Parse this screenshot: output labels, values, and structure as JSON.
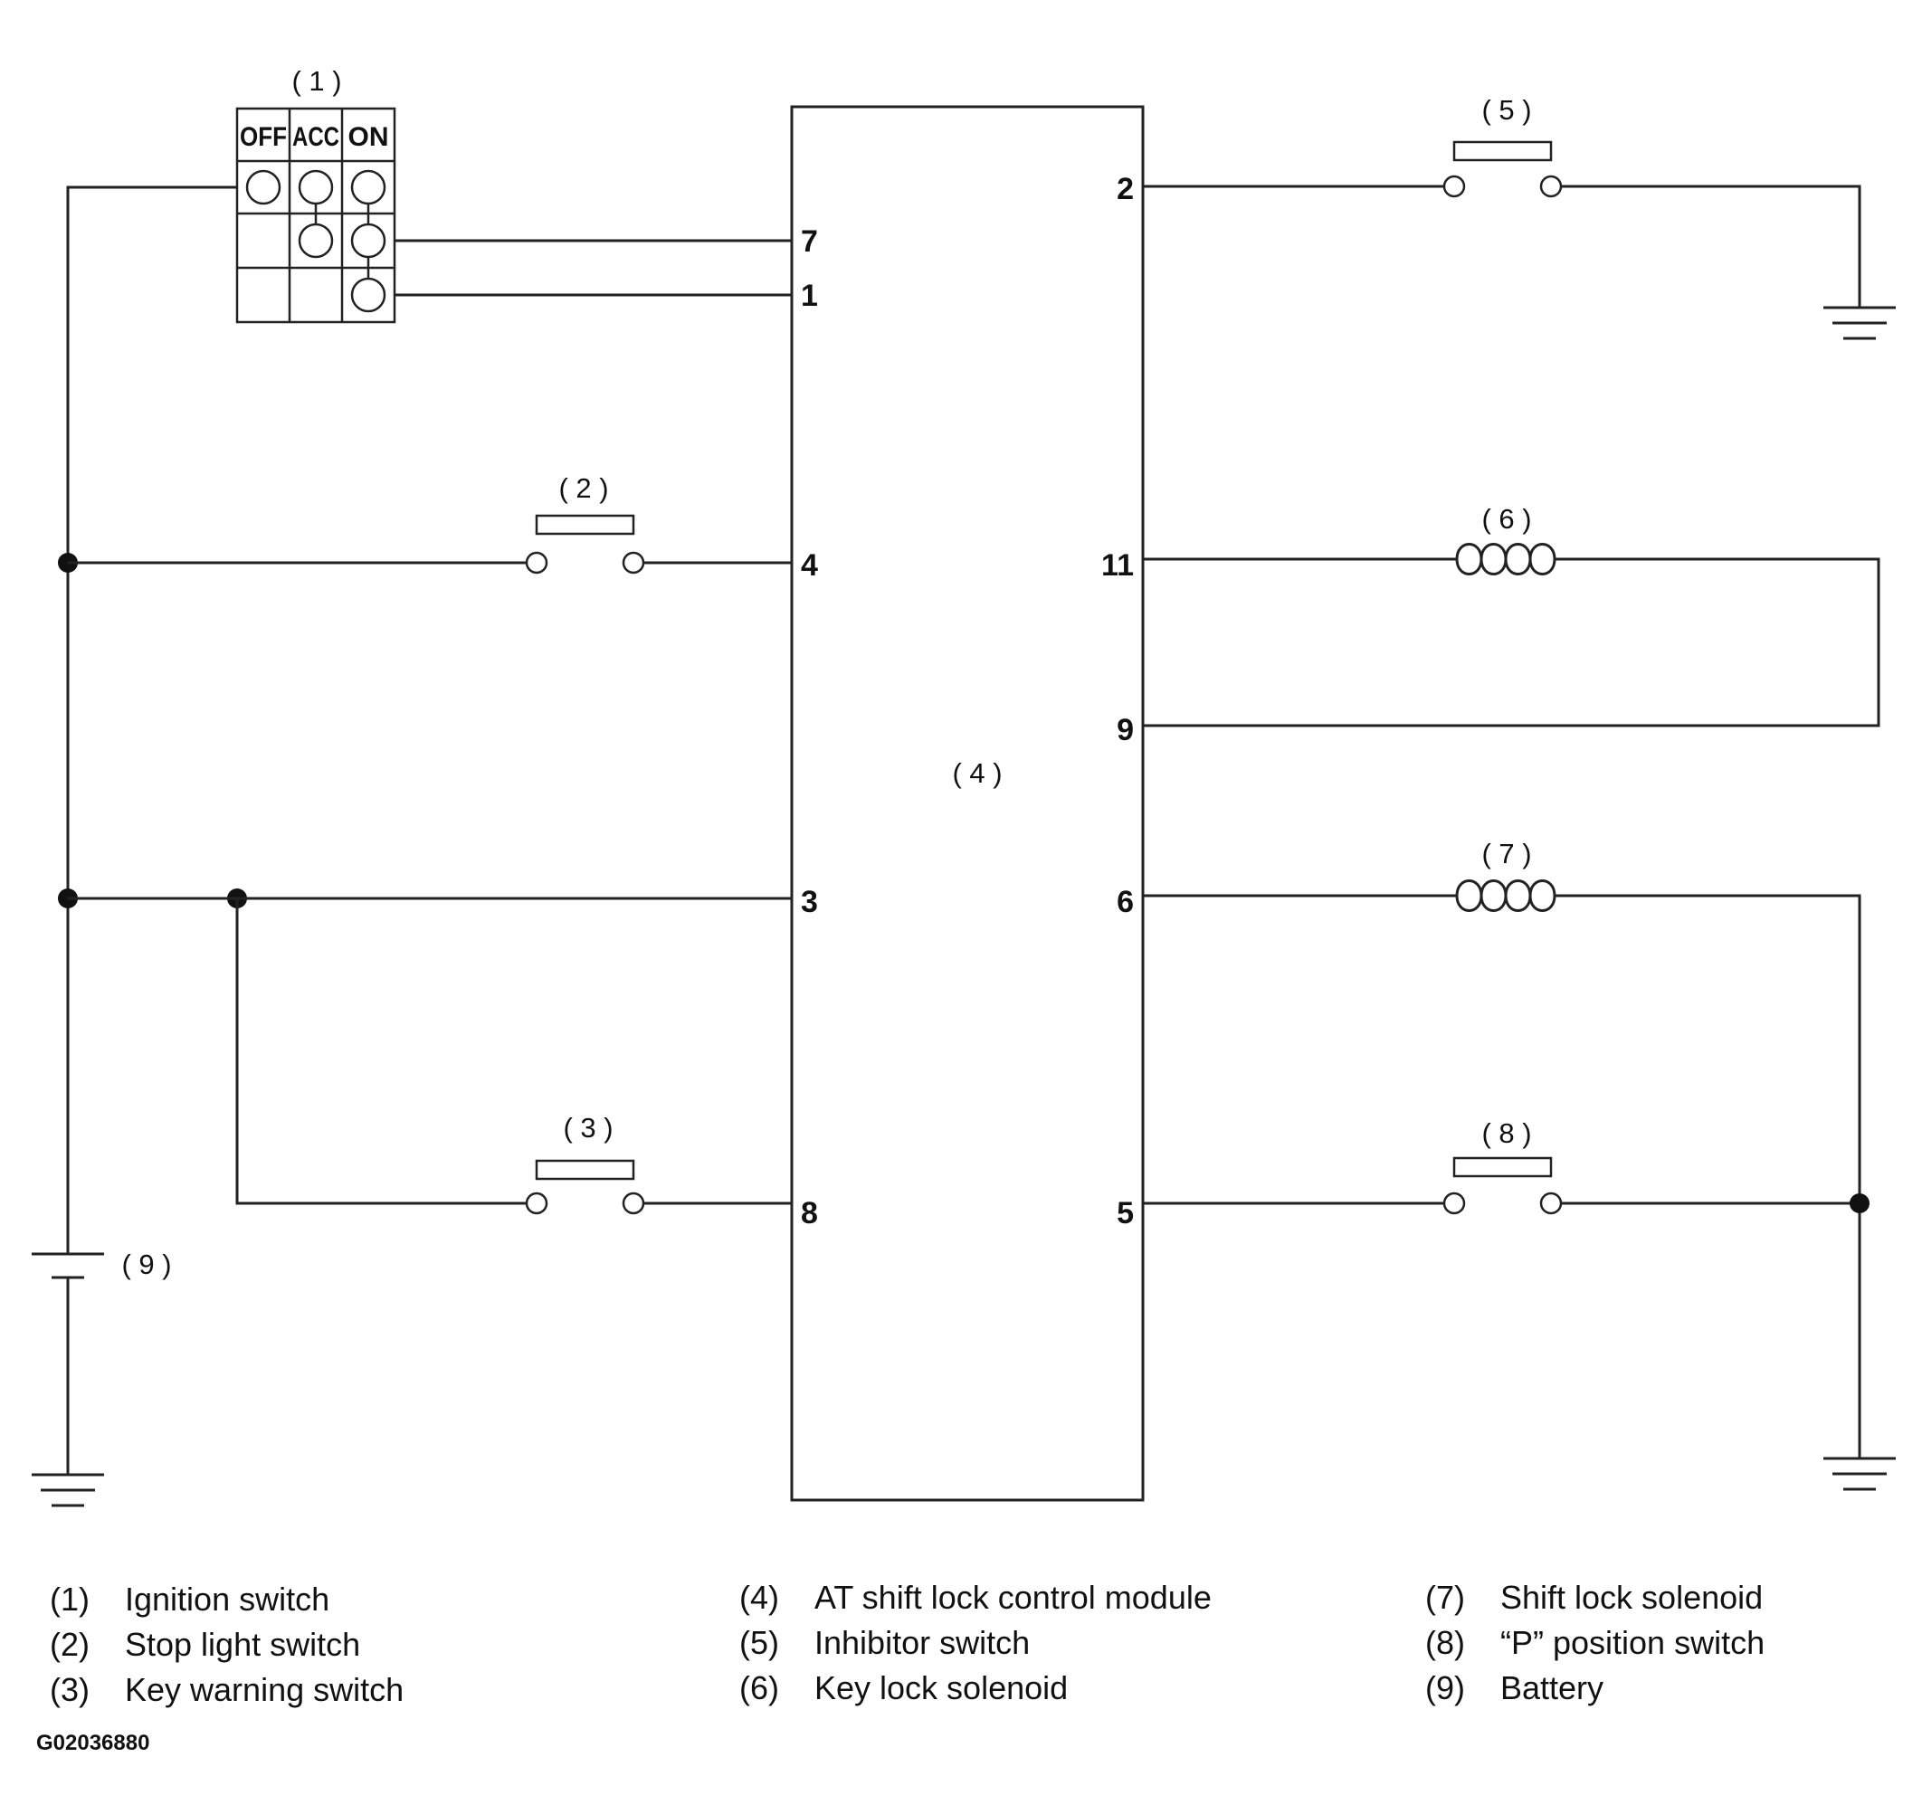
{
  "components": {
    "c1": "( 1 )",
    "c2": "( 2 )",
    "c3": "( 3 )",
    "c4": "( 4 )",
    "c5": "( 5 )",
    "c6": "( 6 )",
    "c7": "( 7 )",
    "c8": "( 8 )",
    "c9": "( 9 )"
  },
  "ignition_switch": {
    "positions": [
      "OFF",
      "ACC",
      "ON"
    ]
  },
  "module_pins": {
    "p7": "7",
    "p1": "1",
    "p4": "4",
    "p3": "3",
    "p8": "8",
    "p2": "2",
    "p11": "11",
    "p9": "9",
    "p6": "6",
    "p5": "5"
  },
  "legend": [
    {
      "num": "(1)",
      "label": "Ignition switch"
    },
    {
      "num": "(2)",
      "label": "Stop light switch"
    },
    {
      "num": "(3)",
      "label": "Key warning switch"
    },
    {
      "num": "(4)",
      "label": "AT shift lock control module"
    },
    {
      "num": "(5)",
      "label": "Inhibitor switch"
    },
    {
      "num": "(6)",
      "label": "Key lock solenoid"
    },
    {
      "num": "(7)",
      "label": "Shift lock solenoid"
    },
    {
      "num": "(8)",
      "label": "“P” position switch"
    },
    {
      "num": "(9)",
      "label": "Battery"
    }
  ],
  "figure_code": "G02036880"
}
